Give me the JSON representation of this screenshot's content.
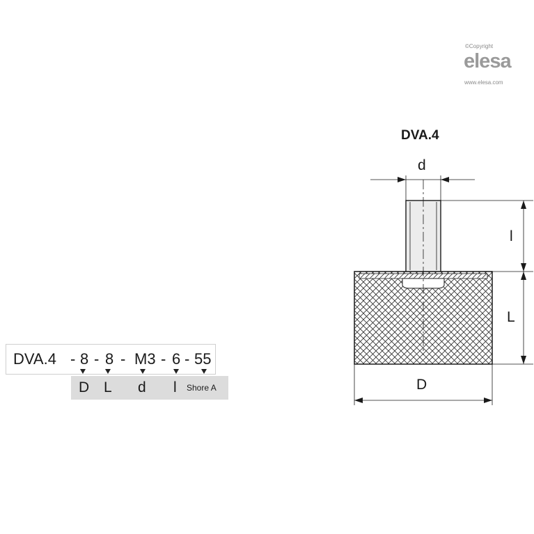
{
  "logo": {
    "copyright": "©Copyright",
    "brand": "elesa",
    "url": "www.elesa.com"
  },
  "drawing": {
    "title": "DVA.4",
    "dimensions": {
      "d": "d",
      "l": "l",
      "L": "L",
      "D": "D"
    }
  },
  "ordering_code": {
    "parts": [
      "DVA.4",
      "-",
      "8",
      "-",
      "8",
      "-",
      "M3",
      "-",
      "6",
      "-",
      "55"
    ],
    "legend": [
      "D",
      "L",
      "d",
      "l",
      "Shore A"
    ]
  },
  "colors": {
    "legend_background": "#dcdcdc",
    "line": "#1a1a1a",
    "stud_fill": "#ececec"
  }
}
